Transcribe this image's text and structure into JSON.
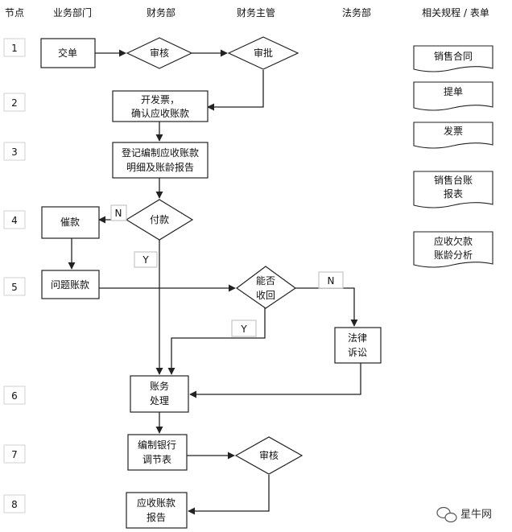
{
  "headers": {
    "node": "节点",
    "business": "业务部门",
    "finance": "财务部",
    "finance_manager": "财务主管",
    "legal": "法务部",
    "docs": "相关规程 / 表单"
  },
  "node_numbers": [
    "1",
    "2",
    "3",
    "4",
    "5",
    "6",
    "7",
    "8"
  ],
  "steps": {
    "submit_order": "交单",
    "review": "审核",
    "approve": "审批",
    "invoice_l1": "开发票，",
    "invoice_l2": "确认应收账款",
    "ledger_l1": "登记编制应收账款",
    "ledger_l2": "明细及账龄报告",
    "payment": "付款",
    "collection": "催款",
    "problem_account": "问题账款",
    "recoverable_l1": "能否",
    "recoverable_l2": "收回",
    "lawsuit_l1": "法律",
    "lawsuit_l2": "诉讼",
    "account_l1": "账务",
    "account_l2": "处理",
    "bank_l1": "编制银行",
    "bank_l2": "调节表",
    "review2": "审核",
    "report_l1": "应收账款",
    "report_l2": "报告"
  },
  "branch_labels": {
    "payment_no": "N",
    "payment_yes": "Y",
    "recover_no": "N",
    "recover_yes": "Y"
  },
  "documents": {
    "sales_contract": "销售合同",
    "bill_of_lading": "提单",
    "invoice": "发票",
    "sales_ledger_l1": "销售台账",
    "sales_ledger_l2": "报表",
    "receivable_l1": "应收欠款",
    "receivable_l2": "账龄分析"
  },
  "watermark": "星牛网"
}
